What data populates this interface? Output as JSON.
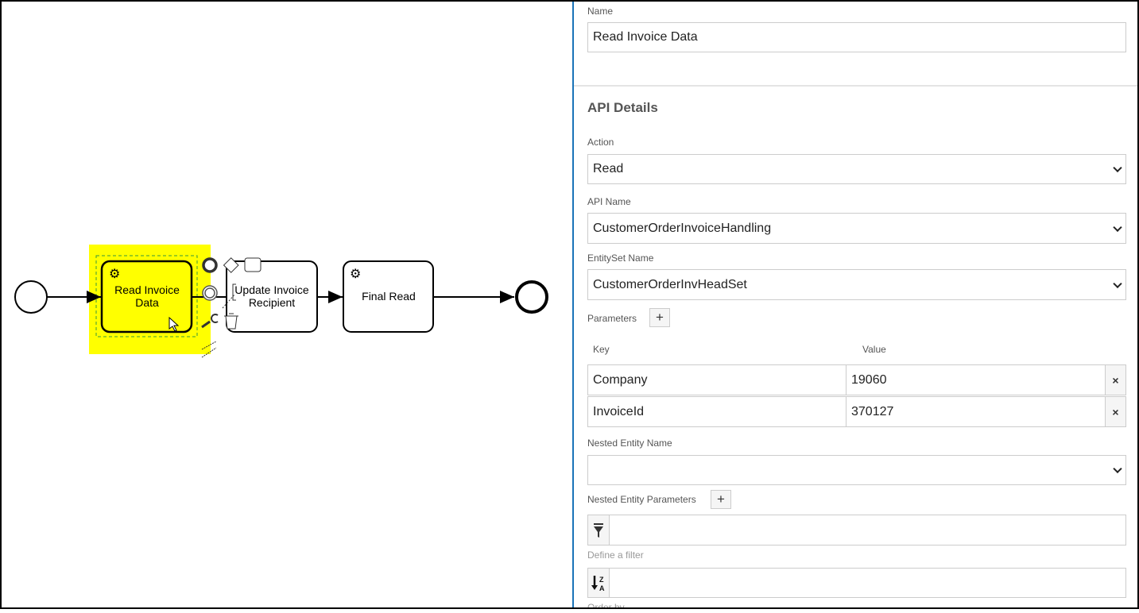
{
  "diagram": {
    "tasks": [
      {
        "label_line1": "Read Invoice",
        "label_line2": "Data",
        "selected": true
      },
      {
        "label_line1": "Update Invoice",
        "label_line2": "Recipient"
      },
      {
        "label_line1": "Final Read",
        "label_line2": ""
      }
    ],
    "highlight_color": "#ffff00"
  },
  "panel": {
    "name_label": "Name",
    "name_value": "Read Invoice Data",
    "section_title": "API Details",
    "action_label": "Action",
    "action_value": "Read",
    "api_name_label": "API Name",
    "api_name_value": "CustomerOrderInvoiceHandling",
    "entityset_label": "EntitySet Name",
    "entityset_value": "CustomerOrderInvHeadSet",
    "parameters_label": "Parameters",
    "add_label": "+",
    "key_header": "Key",
    "value_header": "Value",
    "parameters": [
      {
        "key": "Company",
        "value": "19060",
        "remove": "×"
      },
      {
        "key": "InvoiceId",
        "value": "370127",
        "remove": "×"
      }
    ],
    "nested_entity_label": "Nested Entity Name",
    "nested_entity_value": "",
    "nested_params_label": "Nested Entity Parameters",
    "filter_hint": "Define a filter",
    "orderby_hint": "Order by",
    "accent_color": "#1a73b8"
  }
}
